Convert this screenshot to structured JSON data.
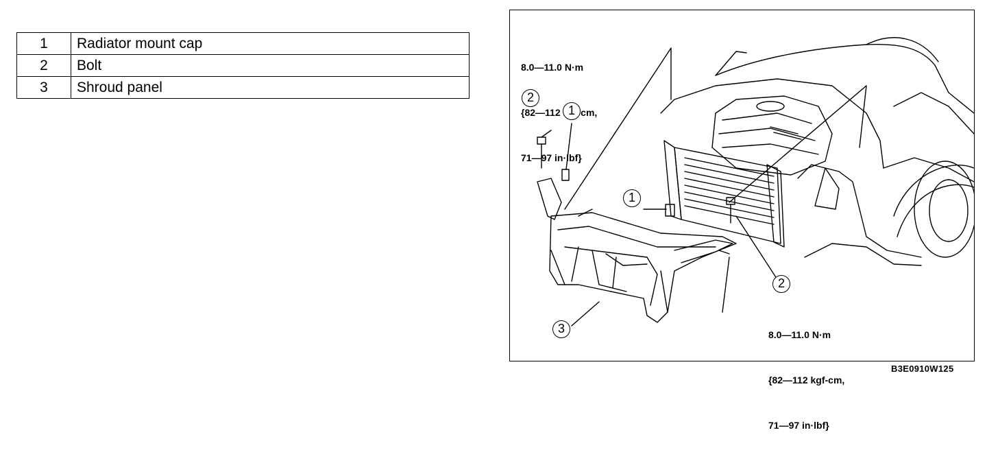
{
  "legend": {
    "rows": [
      {
        "num": "1",
        "label": "Radiator mount cap"
      },
      {
        "num": "2",
        "label": "Bolt"
      },
      {
        "num": "3",
        "label": "Shroud panel"
      }
    ]
  },
  "figure": {
    "torque_top": {
      "line1": "8.0—11.0 N·m",
      "line2": "{82—112 kgf-cm,",
      "line3": "71—97 in·lbf}"
    },
    "torque_bottom": {
      "line1": "8.0—11.0 N·m",
      "line2": "{82—112 kgf-cm,",
      "line3": "71—97 in·lbf}"
    },
    "callouts": {
      "c1a": "1",
      "c1b": "1",
      "c2a": "2",
      "c2b": "2",
      "c3": "3"
    },
    "code": "B3E0910W125"
  }
}
